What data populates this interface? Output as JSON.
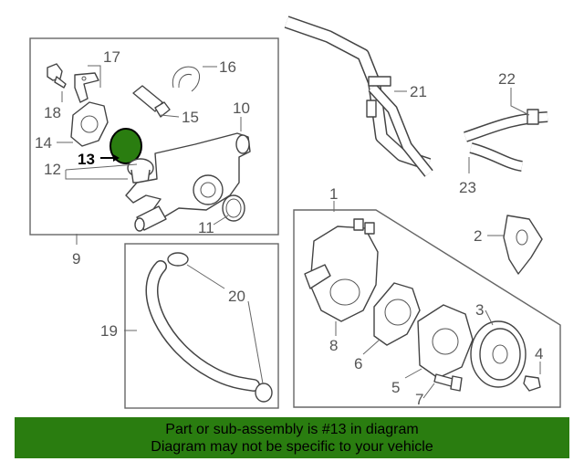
{
  "diagram": {
    "highlight_part": "13",
    "highlight_color": "#2a7d10",
    "banner_color": "#2a7d10",
    "callouts": {
      "p1": "1",
      "p2": "2",
      "p3": "3",
      "p4": "4",
      "p5": "5",
      "p6": "6",
      "p7": "7",
      "p8": "8",
      "p9": "9",
      "p10": "10",
      "p11": "11",
      "p12": "12",
      "p13": "13",
      "p14": "14",
      "p15": "15",
      "p16": "16",
      "p17": "17",
      "p18": "18",
      "p19": "19",
      "p20": "20",
      "p21": "21",
      "p22": "22",
      "p23": "23"
    }
  },
  "banner": {
    "line1": "Part or sub-assembly is #13 in diagram",
    "line2": "Diagram may not be specific to your vehicle"
  }
}
